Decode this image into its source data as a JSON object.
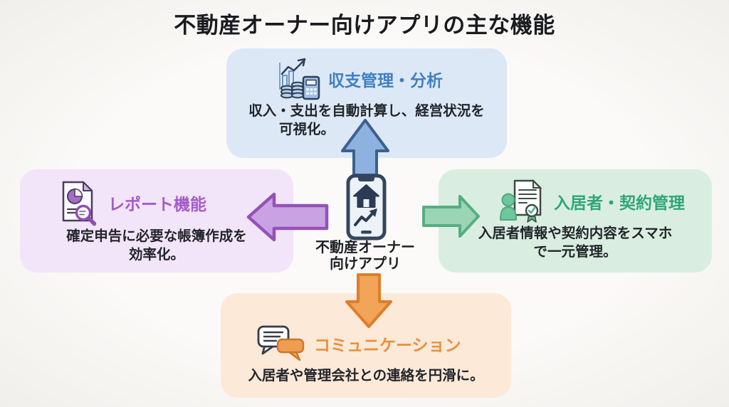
{
  "page": {
    "title": "不動産オーナー向けアプリの主な機能",
    "background_color": "#f7f6f3"
  },
  "center_app": {
    "icon": "smartphone-house-trend-icon",
    "label_line1": "不動産オーナー",
    "label_line2": "向けアプリ"
  },
  "features": {
    "income": {
      "title": "収支管理・分析",
      "description_line1": "収入・支出を自動計算し、経営状況を",
      "description_line2": "可視化。",
      "icon": "finance-chart-calculator-icon",
      "accent_color": "#4080c2",
      "box_color": "#dde8f6",
      "position": "top"
    },
    "report": {
      "title": "レポート機能",
      "description_line1": "確定申告に必要な帳簿作成を",
      "description_line2": "効率化。",
      "icon": "report-document-magnifier-icon",
      "accent_color": "#a55bc8",
      "box_color": "#f2e4f9",
      "position": "left"
    },
    "tenant": {
      "title": "入居者・契約管理",
      "description_line1": "入居者情報や契約内容をスマホ",
      "description_line2": "で一元管理。",
      "icon": "tenant-contract-seal-icon",
      "accent_color": "#2fa678",
      "box_color": "#d9eee1",
      "position": "right"
    },
    "communication": {
      "title": "コミュニケーション",
      "description_line1": "入居者や管理会社との連絡を円滑に。",
      "icon": "chat-bubbles-icon",
      "accent_color": "#e8913c",
      "box_color": "#fce9d8",
      "position": "bottom"
    }
  },
  "arrows": {
    "up": {
      "direction": "up",
      "fill": "#8db2e0",
      "stroke": "#3c6190"
    },
    "left": {
      "direction": "left",
      "fill": "#c9a2e3",
      "stroke": "#9452b6"
    },
    "right": {
      "direction": "right",
      "fill": "#9bd5b6",
      "stroke": "#57ae82"
    },
    "down": {
      "direction": "down",
      "fill": "#f2a458",
      "stroke": "#de7e2a"
    }
  }
}
